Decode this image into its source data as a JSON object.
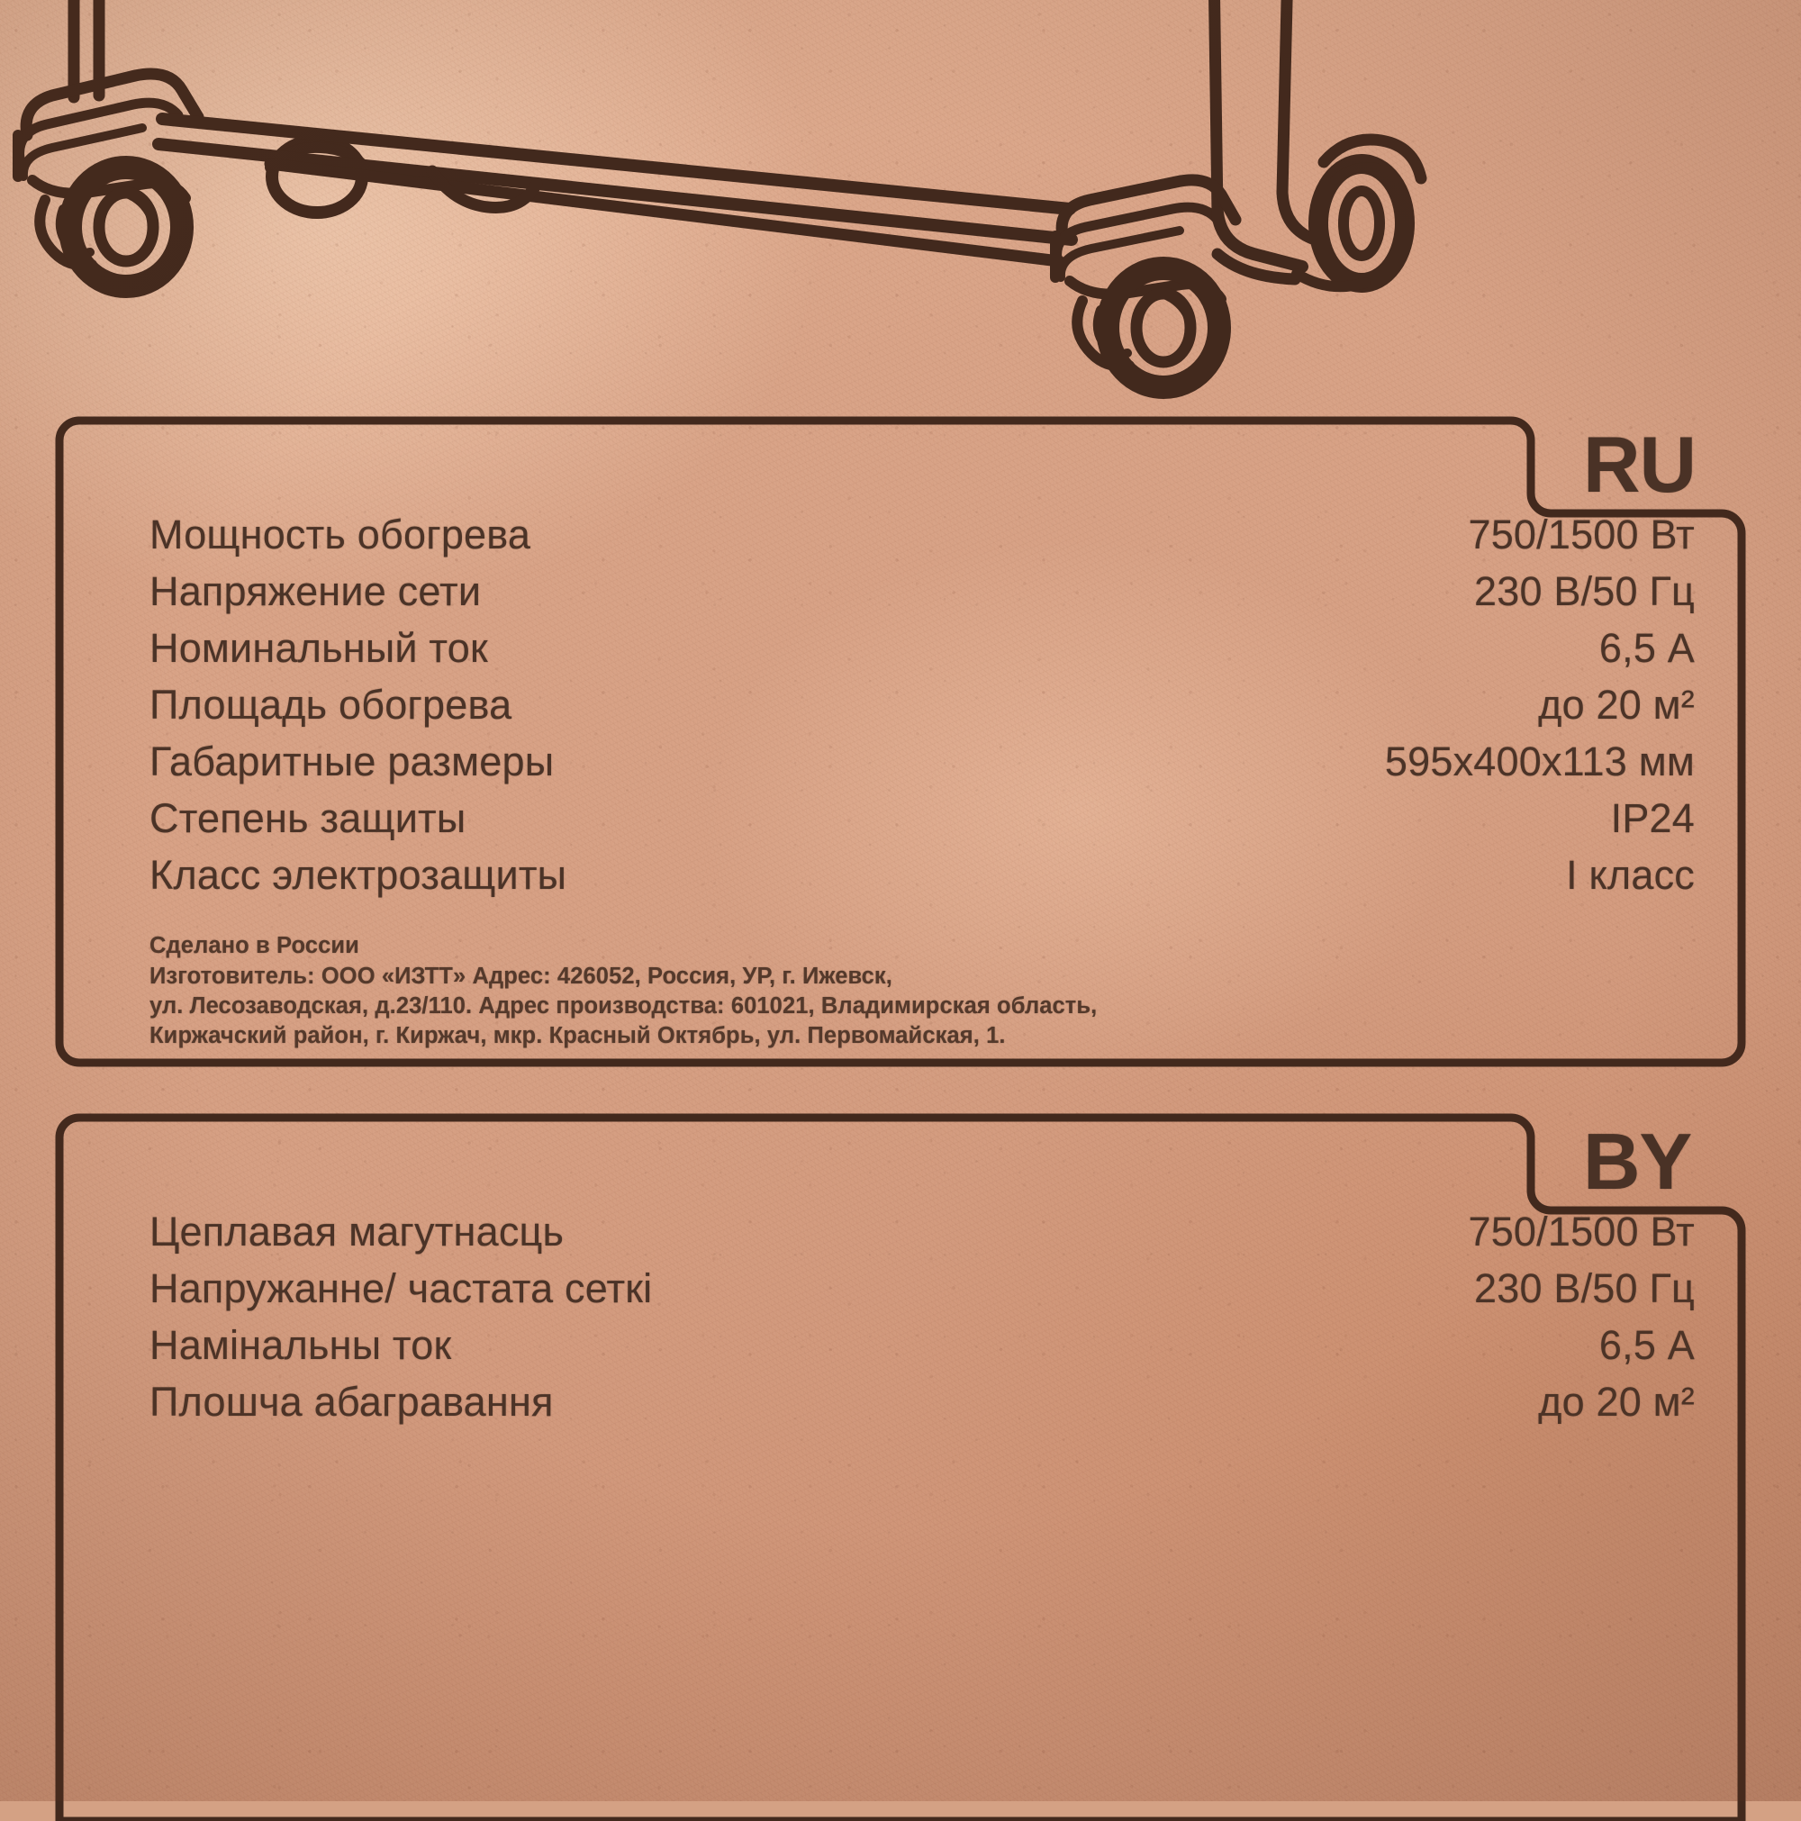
{
  "product_illustration": {
    "name": "oil-heater-caster-feet-line-drawing",
    "description": "Line drawing of heater legs with caster wheels"
  },
  "sections": [
    {
      "lang_tag": "RU",
      "rows": [
        {
          "label": "Мощность обогрева",
          "value": "750/1500 Вт"
        },
        {
          "label": "Напряжение сети",
          "value": "230 В/50 Гц"
        },
        {
          "label": "Номинальный ток",
          "value": "6,5 А"
        },
        {
          "label": "Площадь обогрева",
          "value": "до 20 м²"
        },
        {
          "label": "Габаритные размеры",
          "value": "595x400x113 мм"
        },
        {
          "label": "Степень защиты",
          "value": "IP24"
        },
        {
          "label": "Класс электрозащиты",
          "value": "I класс"
        }
      ],
      "fine_print": [
        "Сделано в России",
        "Изготовитель: ООО «ИЗТТ» Адрес: 426052, Россия, УР, г. Ижевск,",
        "ул. Лесозаводская, д.23/110. Адрес производства:  601021, Владимирская область,",
        "Киржачский район, г. Киржач, мкр. Красный Октябрь, ул. Первомайская, 1."
      ]
    },
    {
      "lang_tag": "BY",
      "rows": [
        {
          "label": "Цеплавая магутнасць",
          "value": "750/1500 Вт"
        },
        {
          "label": "Напружанне/ частата сеткі",
          "value": "230 В/50 Гц"
        },
        {
          "label": "Намінальны ток",
          "value": "6,5 А"
        },
        {
          "label": "Плошча абагравання",
          "value": "до 20 м²"
        }
      ],
      "fine_print": []
    }
  ],
  "colors": {
    "cardboard": "#d6a084",
    "ink": "#4b3327",
    "ink_dark": "#42291d"
  }
}
